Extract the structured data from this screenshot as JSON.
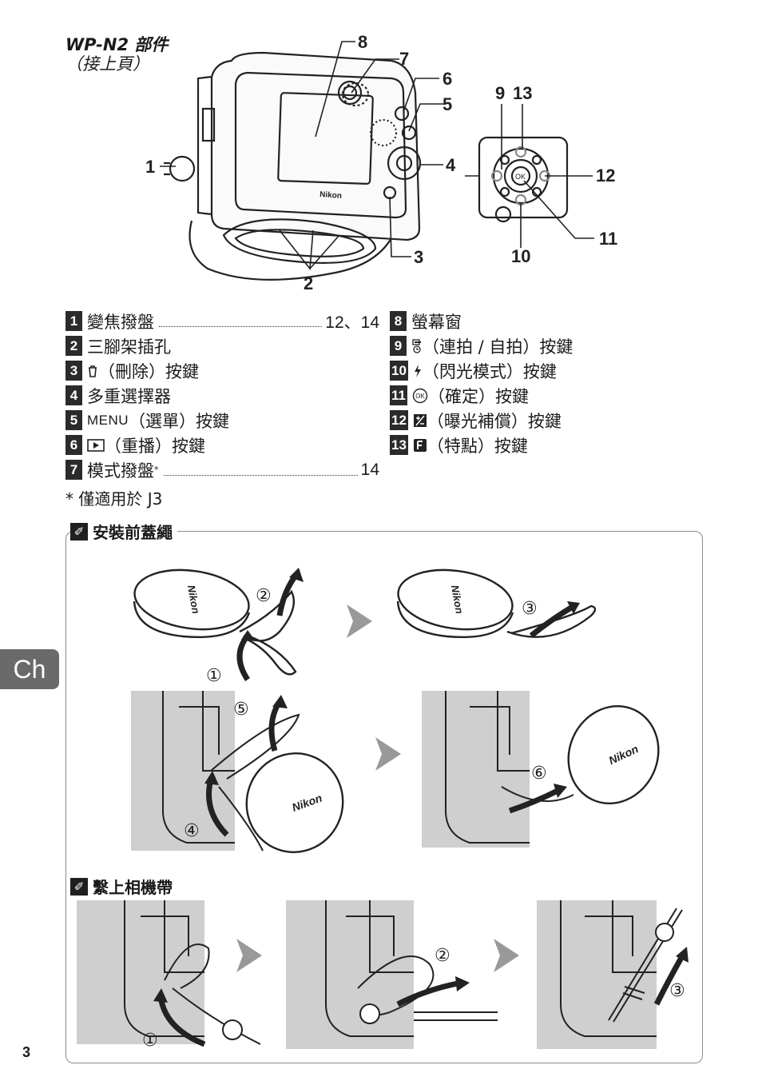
{
  "heading": {
    "title": "WP-N2 部件",
    "subtitle": "（接上頁）"
  },
  "callouts": [
    "1",
    "2",
    "3",
    "4",
    "5",
    "6",
    "7",
    "8",
    "9",
    "10",
    "11",
    "12",
    "13"
  ],
  "logo_text": "Nikon",
  "ok_label": "OK",
  "parts_left": [
    {
      "num": "1",
      "icon": "",
      "label": "變焦撥盤",
      "page": "12、14"
    },
    {
      "num": "2",
      "icon": "",
      "label": "三腳架插孔",
      "page": ""
    },
    {
      "num": "3",
      "icon": "trash-icon",
      "label": "（刪除）按鍵",
      "page": ""
    },
    {
      "num": "4",
      "icon": "",
      "label": "多重選擇器",
      "page": ""
    },
    {
      "num": "5",
      "icon": "",
      "menu": "MENU",
      "label": "（選單）按鍵",
      "page": ""
    },
    {
      "num": "6",
      "icon": "play-icon",
      "label": "（重播）按鍵",
      "page": ""
    },
    {
      "num": "7",
      "icon": "",
      "label": "模式撥盤",
      "mark": "*",
      "page": "14"
    }
  ],
  "parts_right": [
    {
      "num": "8",
      "icon": "",
      "label": "螢幕窗"
    },
    {
      "num": "9",
      "icon": "burst-timer-icon",
      "label": "（連拍 / 自拍）按鍵"
    },
    {
      "num": "10",
      "icon": "flash-icon",
      "label": "（閃光模式）按鍵"
    },
    {
      "num": "11",
      "icon": "ok-icon",
      "label": "（確定）按鍵"
    },
    {
      "num": "12",
      "icon": "exposure-icon",
      "label": "（曝光補償）按鍵"
    },
    {
      "num": "13",
      "icon": "feature-icon",
      "label": "（特點）按鍵"
    }
  ],
  "footnote": "* 僅適用於 J3",
  "section1": {
    "title": "安裝前蓋繩",
    "steps": [
      "①",
      "②",
      "③",
      "④",
      "⑤",
      "⑥"
    ]
  },
  "section2": {
    "title": "繫上相機帶",
    "steps": [
      "①",
      "②",
      "③"
    ]
  },
  "chapter_tab": "Ch",
  "page_number": "3",
  "colors": {
    "tab": "#6a6a6a",
    "number_box": "#2b2b2b",
    "border": "#8a8a8a"
  }
}
